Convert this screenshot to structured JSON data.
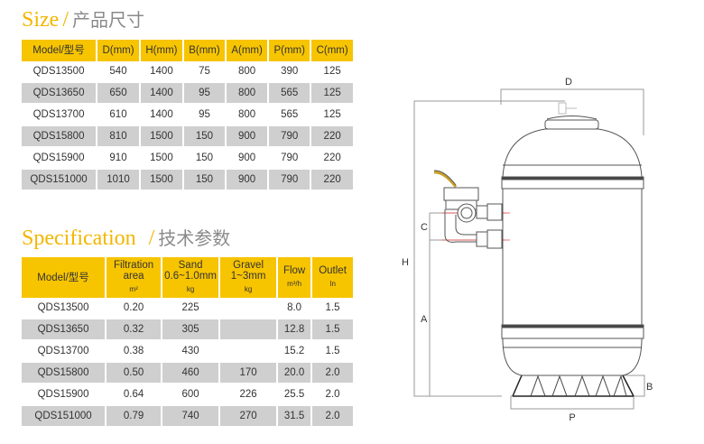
{
  "size": {
    "title_en": "Size",
    "title_sep": "/",
    "title_cn": "产品尺寸",
    "headers": [
      "Model/型号",
      "D(mm)",
      "H(mm)",
      "B(mm)",
      "A(mm)",
      "P(mm)",
      "C(mm)"
    ],
    "rows": [
      [
        "QDS13500",
        "540",
        "1400",
        "75",
        "800",
        "390",
        "125"
      ],
      [
        "QDS13650",
        "650",
        "1400",
        "95",
        "800",
        "565",
        "125"
      ],
      [
        "QDS13700",
        "610",
        "1400",
        "95",
        "800",
        "565",
        "125"
      ],
      [
        "QDS15800",
        "810",
        "1500",
        "150",
        "900",
        "790",
        "220"
      ],
      [
        "QDS15900",
        "910",
        "1500",
        "150",
        "900",
        "790",
        "220"
      ],
      [
        "QDS151000",
        "1010",
        "1500",
        "150",
        "900",
        "790",
        "220"
      ]
    ]
  },
  "spec": {
    "title_en": "Specification",
    "title_sep": "/",
    "title_cn": "技术参数",
    "headers": [
      {
        "label": "Model/型号",
        "unit": ""
      },
      {
        "label": "Filtration area",
        "unit": "m²"
      },
      {
        "label": "Sand 0.6~1.0mm",
        "unit": "kg"
      },
      {
        "label": "Gravel 1~3mm",
        "unit": "kg"
      },
      {
        "label": "Flow",
        "unit": "m³/h"
      },
      {
        "label": "Outlet",
        "unit": "In"
      }
    ],
    "rows": [
      [
        "QDS13500",
        "0.20",
        "225",
        "",
        "8.0",
        "1.5"
      ],
      [
        "QDS13650",
        "0.32",
        "305",
        "",
        "12.8",
        "1.5"
      ],
      [
        "QDS13700",
        "0.38",
        "430",
        "",
        "15.2",
        "1.5"
      ],
      [
        "QDS15800",
        "0.50",
        "460",
        "170",
        "20.0",
        "2.0"
      ],
      [
        "QDS15900",
        "0.64",
        "600",
        "226",
        "25.5",
        "2.0"
      ],
      [
        "QDS151000",
        "0.79",
        "740",
        "270",
        "31.5",
        "2.0"
      ]
    ]
  },
  "diagram": {
    "labels": {
      "D": "D",
      "H": "H",
      "A": "A",
      "C": "C",
      "B": "B",
      "P": "P"
    }
  },
  "colors": {
    "accent": "#f7c400",
    "row_alt": "#cfcfcf"
  }
}
